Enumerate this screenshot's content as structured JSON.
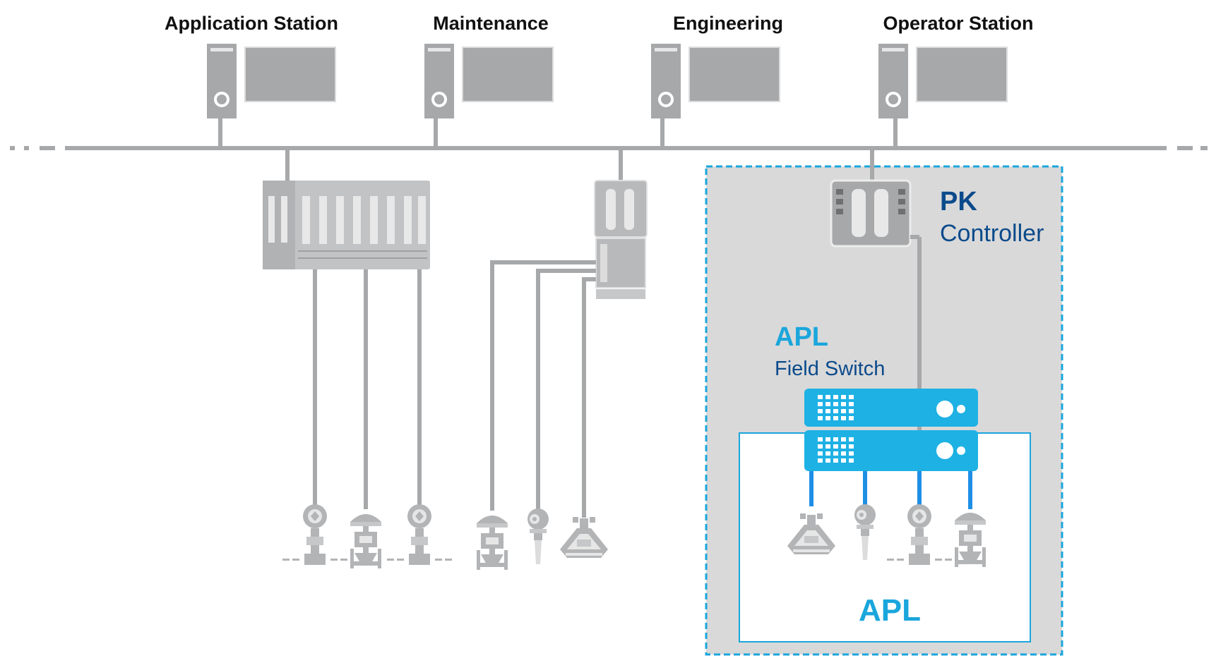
{
  "stations": [
    {
      "label": "Application Station",
      "icon": "workstation-icon"
    },
    {
      "label": "Maintenance",
      "icon": "workstation-icon"
    },
    {
      "label": "Engineering",
      "icon": "workstation-icon"
    },
    {
      "label": "Operator Station",
      "icon": "workstation-icon"
    }
  ],
  "controller": {
    "title": "PK",
    "subtitle": "Controller",
    "icon": "controller-icon"
  },
  "field_switch": {
    "title": "APL",
    "subtitle": "Field Switch",
    "icon": "switch-icon"
  },
  "apl_zone": {
    "label": "APL"
  },
  "colors": {
    "bus": "#a7a8aa",
    "device": "#b3b4b6",
    "pk_zone_fill": "#d9d9d9",
    "pk_zone_border": "#1aa6dc",
    "switch": "#1eb1e4",
    "apl_link": "#1f8fe6",
    "dark_blue": "#0b4a8b",
    "light_blue": "#1aa6dc"
  },
  "field_devices": {
    "io_rack": [
      "pressure-transmitter-icon",
      "control-valve-icon",
      "pressure-transmitter-icon"
    ],
    "remote_io": [
      "control-valve-icon",
      "radar-level-icon",
      "flowmeter-icon"
    ],
    "apl": [
      "flowmeter-icon",
      "radar-level-icon",
      "pressure-transmitter-icon",
      "control-valve-icon"
    ]
  }
}
